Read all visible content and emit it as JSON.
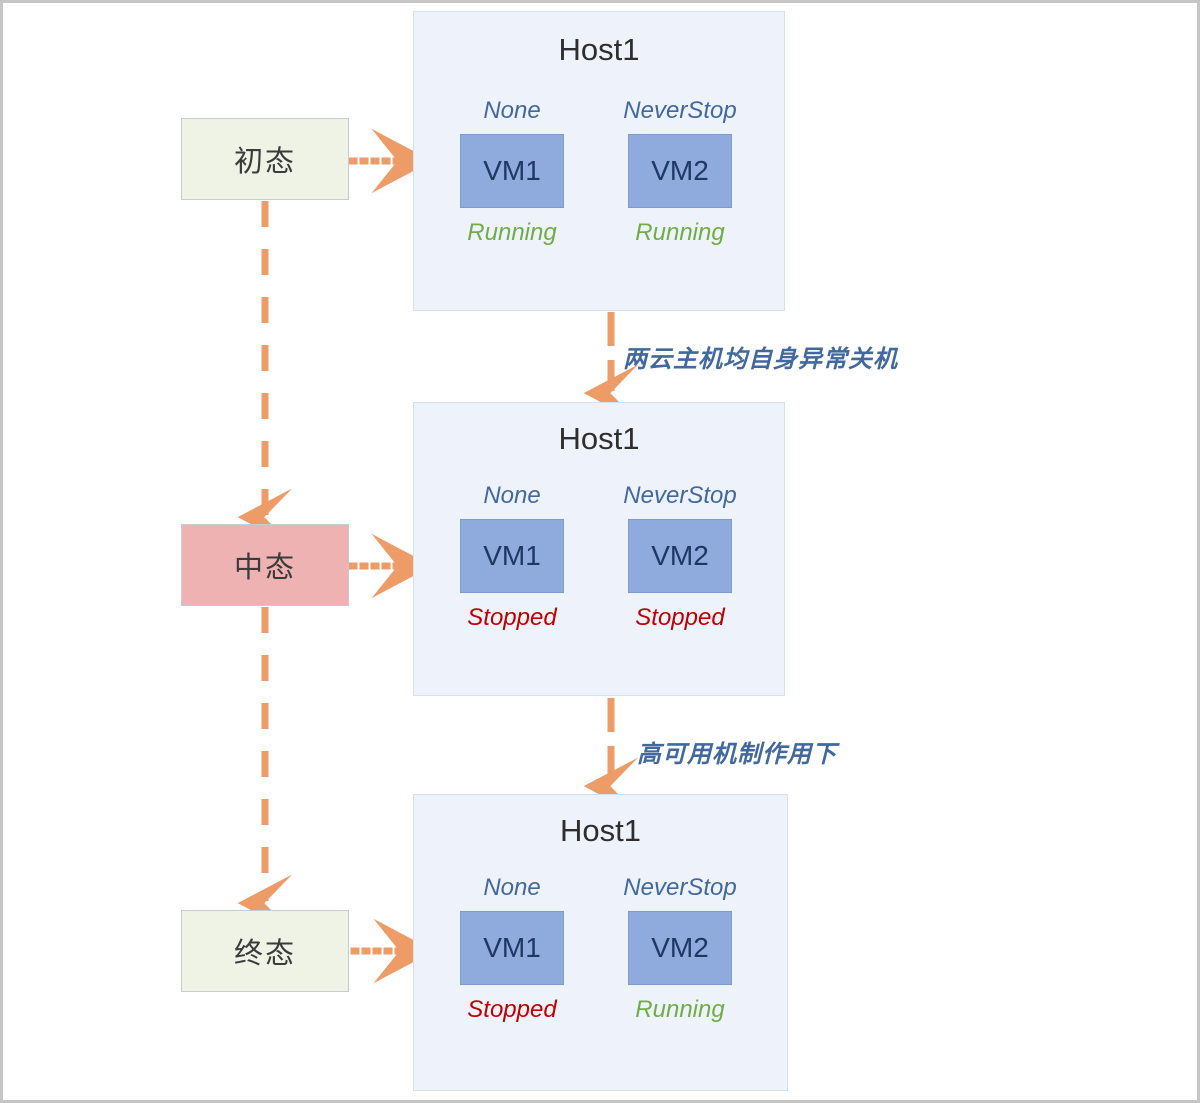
{
  "diagram": {
    "title": "VM high-availability state transition diagram",
    "colors": {
      "host_panel_bg": "#eef2fb",
      "vm_box_fill": "#8faadc",
      "vm_text": "#1f3763",
      "policy_text": "#41689f",
      "running": "#70ad47",
      "stopped": "#c00000",
      "arrow": "#ed9b67",
      "state_green_bg": "#eef3e6",
      "state_red_bg": "#eeb2b2",
      "canvas_border": "#c6c6c6"
    }
  },
  "states": [
    {
      "id": "initial",
      "label": "初态",
      "style": "green"
    },
    {
      "id": "middle",
      "label": "中态",
      "style": "red"
    },
    {
      "id": "final",
      "label": "终态",
      "style": "green"
    }
  ],
  "hosts": [
    {
      "id": "host-1",
      "title": "Host1",
      "vms": [
        {
          "name": "VM1",
          "policy": "None",
          "status": "Running",
          "status_kind": "running"
        },
        {
          "name": "VM2",
          "policy": "NeverStop",
          "status": "Running",
          "status_kind": "running"
        }
      ]
    },
    {
      "id": "host-2",
      "title": "Host1",
      "vms": [
        {
          "name": "VM1",
          "policy": "None",
          "status": "Stopped",
          "status_kind": "stopped"
        },
        {
          "name": "VM2",
          "policy": "NeverStop",
          "status": "Stopped",
          "status_kind": "stopped"
        }
      ]
    },
    {
      "id": "host-3",
      "title": "Host1",
      "vms": [
        {
          "name": "VM1",
          "policy": "None",
          "status": "Stopped",
          "status_kind": "stopped"
        },
        {
          "name": "VM2",
          "policy": "NeverStop",
          "status": "Running",
          "status_kind": "running"
        }
      ]
    }
  ],
  "edges": [
    {
      "id": "edge-1",
      "label": "两云主机均自身异常关机",
      "from": "host-1",
      "to": "host-2"
    },
    {
      "id": "edge-2",
      "label": "高可用机制作用下",
      "from": "host-2",
      "to": "host-3"
    }
  ]
}
